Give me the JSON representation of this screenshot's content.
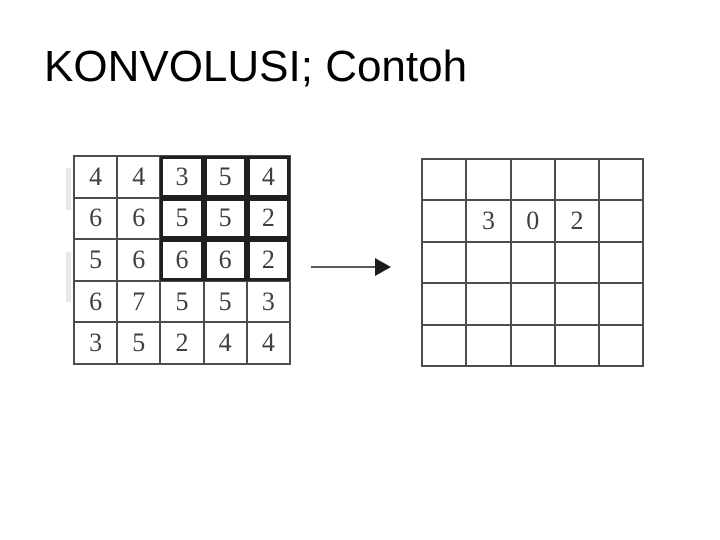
{
  "slide": {
    "title": "KONVOLUSI; Contoh"
  },
  "figure": {
    "input_grid": {
      "rows": 5,
      "cols": 5,
      "values": [
        [
          "4",
          "4",
          "3",
          "5",
          "4"
        ],
        [
          "6",
          "6",
          "5",
          "5",
          "2"
        ],
        [
          "5",
          "6",
          "6",
          "6",
          "2"
        ],
        [
          "6",
          "7",
          "5",
          "5",
          "3"
        ],
        [
          "3",
          "5",
          "2",
          "4",
          "4"
        ]
      ],
      "highlight_window": {
        "row_start": 0,
        "row_end": 2,
        "col_start": 2,
        "col_end": 4
      }
    },
    "arrow": {
      "direction": "right"
    },
    "output_grid": {
      "rows": 5,
      "cols": 5,
      "values": [
        [
          "",
          "",
          "",
          "",
          ""
        ],
        [
          "",
          "3",
          "0",
          "2",
          ""
        ],
        [
          "",
          "",
          "",
          "",
          ""
        ],
        [
          "",
          "",
          "",
          "",
          ""
        ],
        [
          "",
          "",
          "",
          "",
          ""
        ]
      ]
    }
  },
  "colors": {
    "background": "#ffffff",
    "title_text": "#000000",
    "grid_line": "#4d4d4d",
    "bold_border": "#1f1f1f",
    "digit": "#3f3f3f",
    "arrow_line": "#5a5a5a",
    "arrow_head": "#1c1c1c",
    "scan_artifact": "#e0e0e0"
  }
}
